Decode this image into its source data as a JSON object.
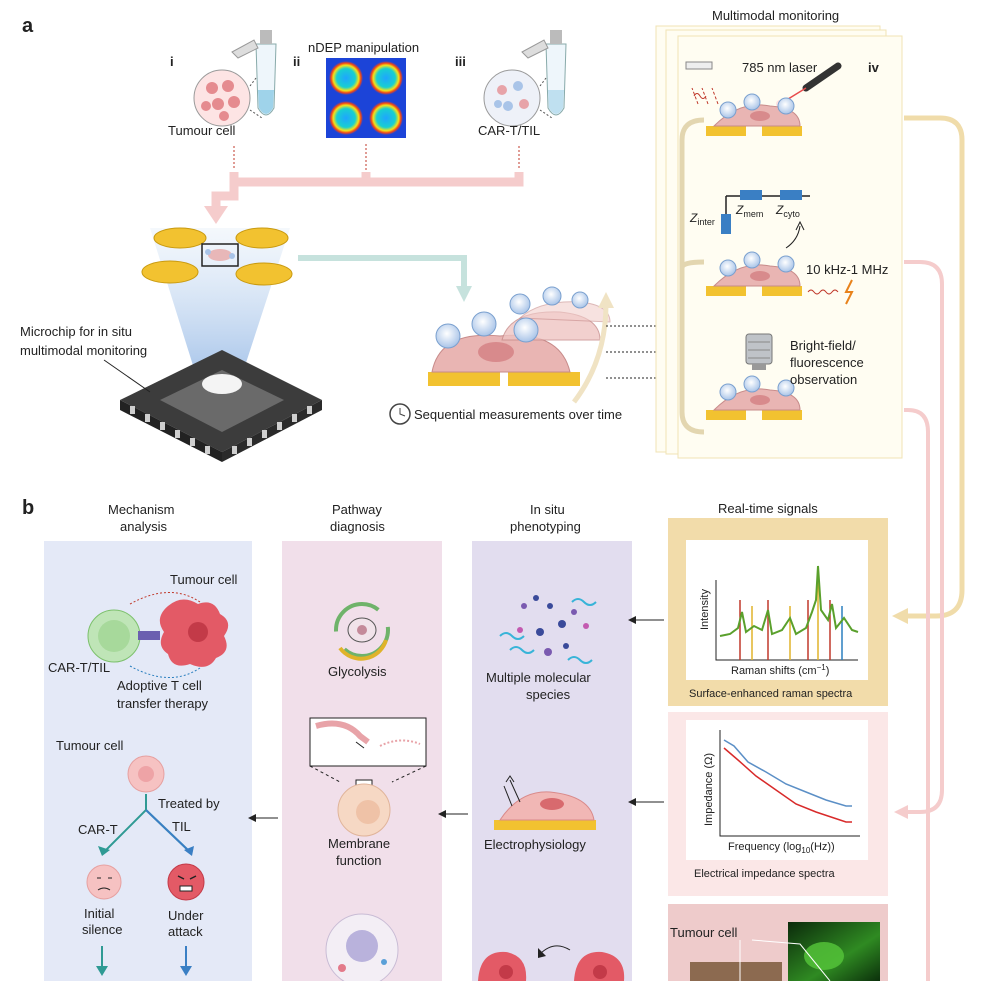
{
  "panel_a": {
    "label": "a",
    "step_i": "i",
    "step_ii": "ii",
    "step_iii": "iii",
    "step_iv": "iv",
    "ndep_title": "nDEP manipulation",
    "tumour_cell": "Tumour cell",
    "cart_til": "CAR-T/TIL",
    "microchip_line1": "Microchip for in situ",
    "microchip_line2": "multimodal monitoring",
    "sequential": "Sequential measurements over time",
    "multimodal_title": "Multimodal monitoring",
    "laser": "785 nm laser",
    "z_inter": "Z",
    "z_inter_sub": "inter",
    "z_mem": "Z",
    "z_mem_sub": "mem",
    "z_cyto": "Z",
    "z_cyto_sub": "cyto",
    "freq_range": "10 kHz-1 MHz",
    "bf_line1": "Bright-field/",
    "bf_line2": "fluorescence",
    "bf_line3": "observation"
  },
  "panel_b": {
    "label": "b",
    "col1_line1": "Mechanism",
    "col1_line2": "analysis",
    "col2_line1": "Pathway",
    "col2_line2": "diagnosis",
    "col3_line1": "In situ",
    "col3_line2": "phenotyping",
    "col4_title": "Real-time signals",
    "tumour_cell": "Tumour cell",
    "cart_til": "CAR-T/TIL",
    "adoptive_line1": "Adoptive T cell",
    "adoptive_line2": "transfer therapy",
    "tumour_cell_2": "Tumour cell",
    "treated_by": "Treated by",
    "cart": "CAR-T",
    "til": "TIL",
    "initial_line1": "Initial",
    "initial_line2": "silence",
    "under_line1": "Under",
    "under_line2": "attack",
    "glycolysis": "Glycolysis",
    "membrane_line1": "Membrane",
    "membrane_line2": "function",
    "molecular_line1": "Multiple molecular",
    "molecular_line2": "species",
    "electrophysiology": "Electrophysiology",
    "raman_ylabel": "Intensity",
    "raman_xlabel": "Raman shifts (cm",
    "raman_xlabel_sup": "−1",
    "raman_xlabel_end": ")",
    "raman_caption": "Surface-enhanced raman spectra",
    "imp_ylabel": "Impedance (Ω)",
    "imp_xlabel": "Frequency (log",
    "imp_xlabel_sub": "10",
    "imp_xlabel_end": "(Hz))",
    "imp_caption": "Electrical impedance spectra",
    "fluor_tumour": "Tumour cell"
  },
  "colors": {
    "panel_blue": "#e4e9f7",
    "panel_pink": "#f1dfea",
    "panel_lavender": "#e2ddef",
    "panel_raman": "#f2dcaa",
    "panel_impedance": "#fbe7e7",
    "panel_fluor": "#eecbcb",
    "arrow_cream": "#f0dcaa",
    "arrow_pink": "#f5cccc",
    "arrow_teal": "#c6e2dd",
    "gold": "#f2c230",
    "cell_pink": "#e8b7b8",
    "teal": "#2f9a94"
  }
}
